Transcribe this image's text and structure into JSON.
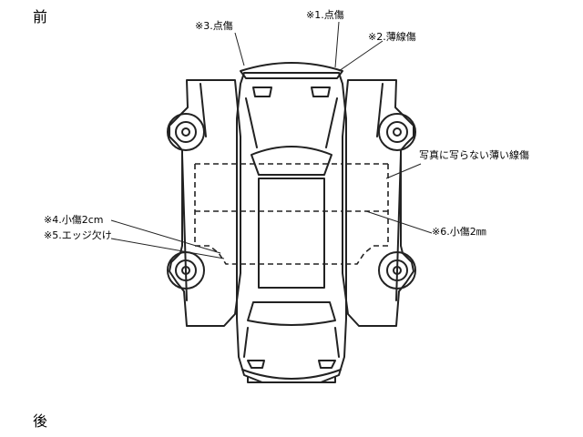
{
  "orientation": {
    "front": "前",
    "rear": "後"
  },
  "annotations": [
    {
      "id": "note-1",
      "text": "※1.点傷"
    },
    {
      "id": "note-2",
      "text": "※2.薄線傷"
    },
    {
      "id": "note-3",
      "text": "※3.点傷"
    },
    {
      "id": "note-4",
      "text": "※4.小傷2cm"
    },
    {
      "id": "note-5",
      "text": "※5.エッジ欠け"
    },
    {
      "id": "note-6",
      "text": "※6.小傷2㎜"
    },
    {
      "id": "note-7",
      "text": "写真に写らない薄い線傷"
    }
  ]
}
